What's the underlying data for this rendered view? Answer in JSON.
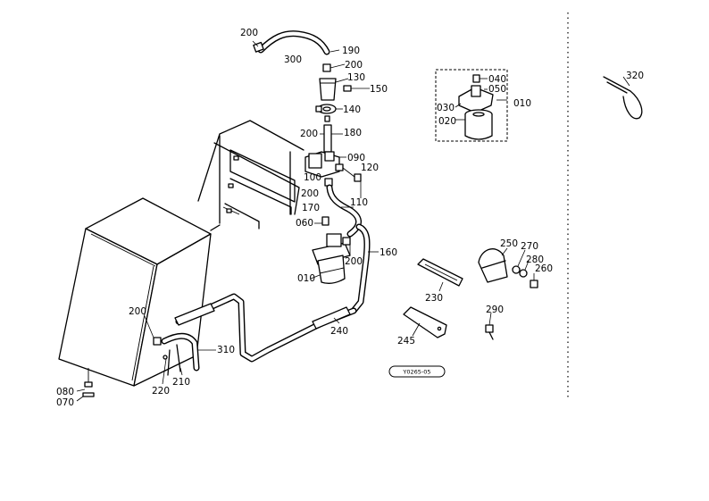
{
  "parts": [
    {
      "id": "p200a",
      "label": "200"
    },
    {
      "id": "p300",
      "label": "300"
    },
    {
      "id": "p190",
      "label": "190"
    },
    {
      "id": "p200b",
      "label": "200"
    },
    {
      "id": "p130",
      "label": "130"
    },
    {
      "id": "p150",
      "label": "150"
    },
    {
      "id": "p140",
      "label": "140"
    },
    {
      "id": "p200c",
      "label": "200"
    },
    {
      "id": "p180",
      "label": "180"
    },
    {
      "id": "p090",
      "label": "090"
    },
    {
      "id": "p100",
      "label": "100"
    },
    {
      "id": "p120",
      "label": "120"
    },
    {
      "id": "p200d",
      "label": "200"
    },
    {
      "id": "p110",
      "label": "110"
    },
    {
      "id": "p170",
      "label": "170"
    },
    {
      "id": "p060",
      "label": "060"
    },
    {
      "id": "p200e",
      "label": "200"
    },
    {
      "id": "p160",
      "label": "160"
    },
    {
      "id": "p010a",
      "label": "010"
    },
    {
      "id": "p040",
      "label": "040"
    },
    {
      "id": "p050",
      "label": "050"
    },
    {
      "id": "p030",
      "label": "030"
    },
    {
      "id": "p020",
      "label": "020"
    },
    {
      "id": "p010b",
      "label": "010"
    },
    {
      "id": "p320",
      "label": "320"
    },
    {
      "id": "p250a",
      "label": "250"
    },
    {
      "id": "p270",
      "label": "270"
    },
    {
      "id": "p280",
      "label": "280"
    },
    {
      "id": "p260",
      "label": "260"
    },
    {
      "id": "p230",
      "label": "230"
    },
    {
      "id": "p290",
      "label": "290"
    },
    {
      "id": "p245",
      "label": "245"
    },
    {
      "id": "p240",
      "label": "240"
    },
    {
      "id": "p200f",
      "label": "200"
    },
    {
      "id": "p310",
      "label": "310"
    },
    {
      "id": "p220",
      "label": "220"
    },
    {
      "id": "p210",
      "label": "210"
    },
    {
      "id": "p080",
      "label": "080"
    },
    {
      "id": "p070",
      "label": "070"
    }
  ],
  "drawing_code": "Y0265-05"
}
